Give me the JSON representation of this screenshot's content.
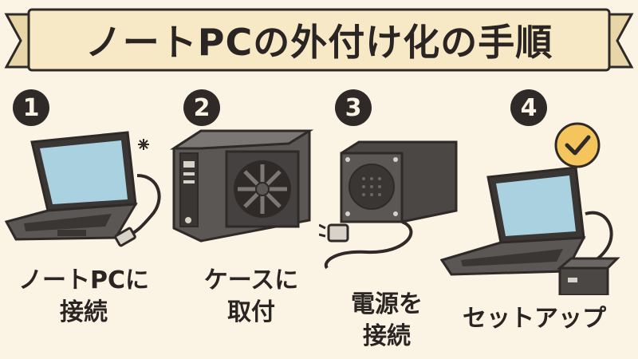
{
  "title": "ノートPCの外付け化の手順",
  "steps": [
    {
      "number": "1",
      "label_line1": "ノートPCに",
      "label_line2": "接続"
    },
    {
      "number": "2",
      "label_line1": "ケースに",
      "label_line2": "取付"
    },
    {
      "number": "3",
      "label_line1": "電源を",
      "label_line2": "接続"
    },
    {
      "number": "4",
      "label_line1": "セットアップ",
      "label_line2": ""
    }
  ],
  "colors": {
    "background": "#fbf3e4",
    "banner": "#f7e9c6",
    "outline": "#2f2a27",
    "screen": "#a9d1e0",
    "case": "#5a5755",
    "check_badge": "#f3c55c"
  },
  "icons": [
    "laptop-icon",
    "pc-case-icon",
    "power-brick-icon",
    "check-icon"
  ]
}
